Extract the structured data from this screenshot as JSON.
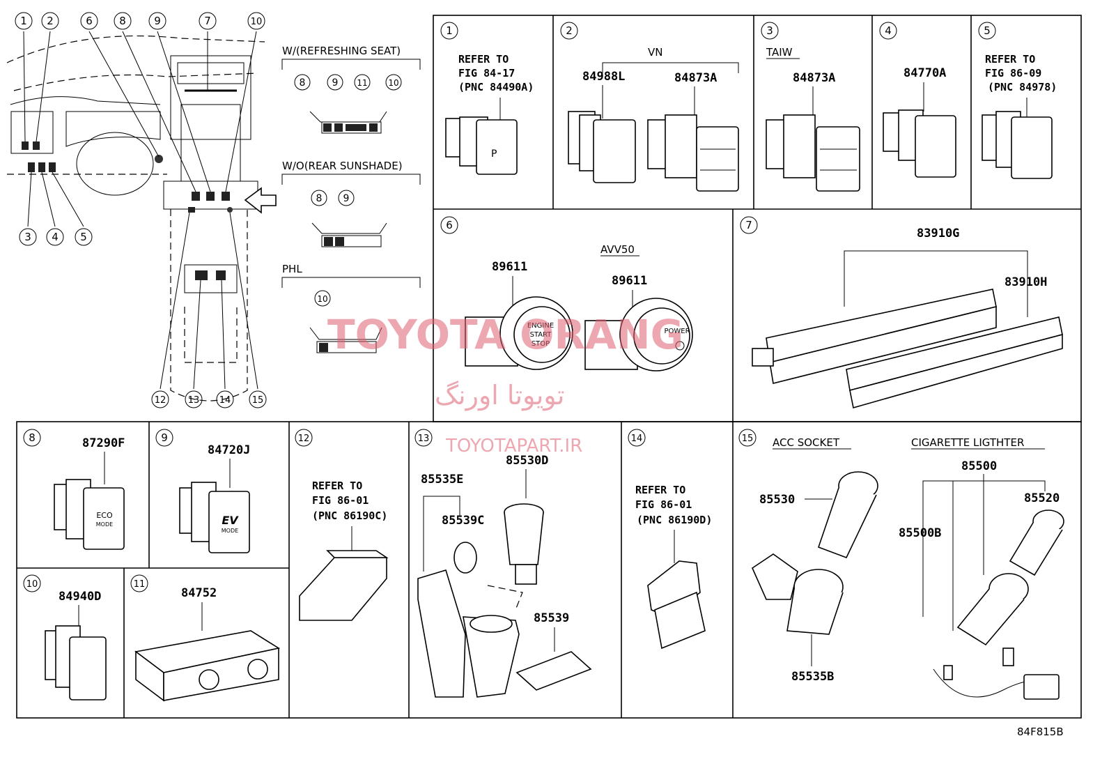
{
  "sheet_code": "84F815B",
  "overview": {
    "callouts": [
      "1",
      "2",
      "3",
      "4",
      "5",
      "6",
      "7",
      "8",
      "9",
      "10",
      "11",
      "12",
      "13",
      "14",
      "15"
    ],
    "variants": [
      {
        "title": "W/(REFRESHING SEAT)",
        "callouts": [
          "8",
          "9",
          "11",
          "10"
        ]
      },
      {
        "title": "W/O(REAR SUNSHADE)",
        "callouts": [
          "8",
          "9"
        ]
      },
      {
        "title": "PHL",
        "callouts": [
          "10"
        ]
      }
    ]
  },
  "panels": {
    "p1": {
      "num": "1",
      "refer": [
        "REFER TO",
        "FIG 84-17",
        "(PNC 84490A)"
      ]
    },
    "p2": {
      "num": "2",
      "variant": "VN",
      "parts": [
        "84988L",
        "84873A"
      ]
    },
    "p3": {
      "num": "3",
      "variant": "TAIW",
      "parts": [
        "84873A"
      ]
    },
    "p4": {
      "num": "4",
      "parts": [
        "84770A"
      ]
    },
    "p5": {
      "num": "5",
      "refer": [
        "REFER TO",
        "FIG 86-09",
        "(PNC 84978)"
      ]
    },
    "p6": {
      "num": "6",
      "variant": "AVV50",
      "parts": [
        "89611",
        "89611"
      ],
      "button_texts": [
        "ENGINE",
        "START",
        "STOP",
        "POWER"
      ]
    },
    "p7": {
      "num": "7",
      "parts": [
        "83910G",
        "83910H"
      ]
    },
    "p8": {
      "num": "8",
      "parts": [
        "87290F"
      ],
      "button_texts": [
        "ECO",
        "MODE"
      ]
    },
    "p9": {
      "num": "9",
      "parts": [
        "84720J"
      ],
      "button_texts": [
        "EV",
        "MODE"
      ]
    },
    "p10": {
      "num": "10",
      "parts": [
        "84940D"
      ]
    },
    "p11": {
      "num": "11",
      "parts": [
        "84752"
      ]
    },
    "p12": {
      "num": "12",
      "refer": [
        "REFER TO",
        "FIG 86-01",
        "(PNC 86190C)"
      ]
    },
    "p13": {
      "num": "13",
      "parts": [
        "85530D",
        "85535E",
        "85539C",
        "85539"
      ]
    },
    "p14": {
      "num": "14",
      "refer": [
        "REFER TO",
        "FIG 86-01",
        "(PNC 86190D)"
      ]
    },
    "p15": {
      "num": "15",
      "labels": [
        "ACC SOCKET",
        "CIGARETTE LIGTHTER"
      ],
      "parts": [
        "85530",
        "85535B",
        "85500",
        "85520",
        "85500B"
      ]
    }
  },
  "watermark": {
    "latin": "TOYOTA ORANG",
    "persian": "تویوتا اورنگ",
    "site": "TOYOTAPART.IR"
  }
}
